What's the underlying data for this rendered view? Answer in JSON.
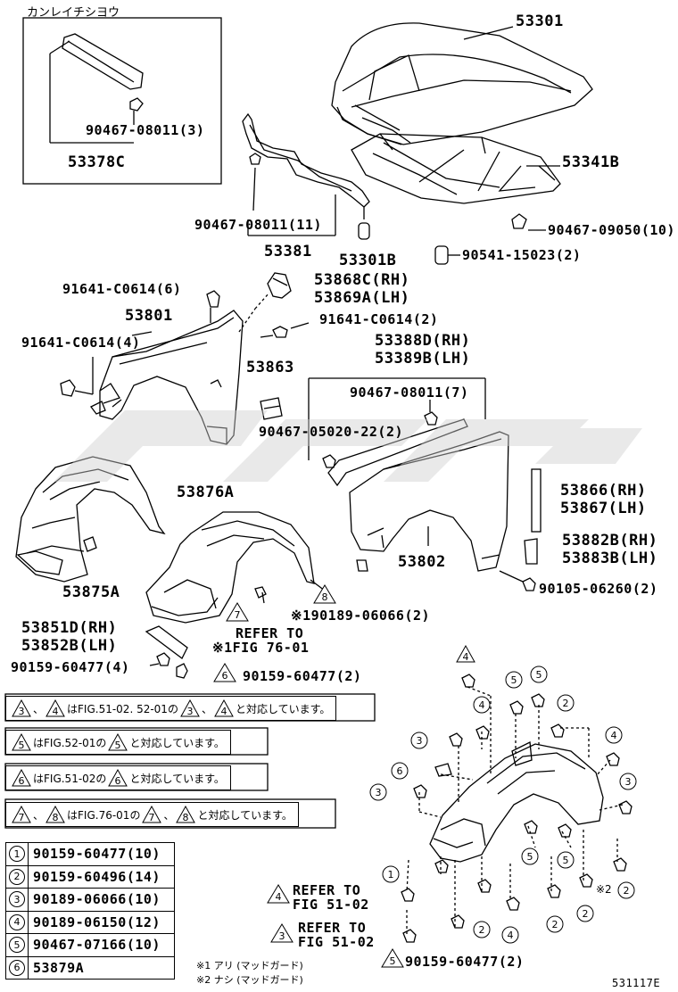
{
  "inset": {
    "title": "カンレイチシヨウ",
    "part_clip": "90467-08011(3)",
    "part_main": "53378C"
  },
  "labels": {
    "p53301": "53301",
    "p53341b": "53341B",
    "p90467_08011_11": "90467-08011(11)",
    "p53381": "53381",
    "p53301b": "53301B",
    "p90467_09050": "90467-09050(10)",
    "p90541": "90541-15023(2)",
    "p91641_6": "91641-C0614(6)",
    "p53868c": "53868C(RH)",
    "p53869a": "53869A(LH)",
    "p53801": "53801",
    "p91641_2": "91641-C0614(2)",
    "p91641_4": "91641-C0614(4)",
    "p53388d": "53388D(RH)",
    "p53389b": "53389B(LH)",
    "p53863": "53863",
    "p90467_08011_7": "90467-08011(7)",
    "p90467_05020": "90467-05020-22(2)",
    "p53876a": "53876A",
    "p53866": "53866(RH)",
    "p53867": "53867(LH)",
    "p53875a": "53875A",
    "p53802": "53802",
    "p53882b": "53882B(RH)",
    "p53883b": "53883B(LH)",
    "p90105": "90105-06260(2)",
    "p90189": "※190189-06066(2)",
    "ref7_line1": "REFER TO",
    "ref7_line2": "※1FIG 76-01",
    "p53851d": "53851D(RH)",
    "p53852b": "53852B(LH)",
    "p90159_4": "90159-60477(4)",
    "p90159_2": "90159-60477(2)",
    "ref4_line1": "REFER TO",
    "ref4_line2": "FIG 51-02",
    "ref3_line1": "REFER TO",
    "ref3_line2": "FIG 51-02",
    "p90159_bottom": "90159-60477(2)",
    "fig_code": "531117E"
  },
  "notes": [
    {
      "marks": [
        "3",
        "4"
      ],
      "text_a": "、",
      "text_b": "はFIG.51-02. 52-01の",
      "text_c": "、",
      "text_d": "と対応しています。"
    },
    {
      "marks": [
        "5"
      ],
      "text_a": "はFIG.52-01の",
      "text_d": "と対応しています。"
    },
    {
      "marks": [
        "6"
      ],
      "text_a": "はFIG.51-02の",
      "text_d": "と対応しています。"
    },
    {
      "marks": [
        "7",
        "8"
      ],
      "text_a": "、",
      "text_b": "はFIG.76-01の",
      "text_c": "、",
      "text_d": "と対応しています。"
    }
  ],
  "parts_table": [
    {
      "num": "1",
      "part": "90159-60477(10)"
    },
    {
      "num": "2",
      "part": "90159-60496(14)"
    },
    {
      "num": "3",
      "part": "90189-06066(10)"
    },
    {
      "num": "4",
      "part": "90189-06150(12)"
    },
    {
      "num": "5",
      "part": "90467-07166(10)"
    },
    {
      "num": "6",
      "part": "53879A"
    }
  ],
  "footnotes": {
    "n1": "※1 アリ (マッドガード)",
    "n2": "※2 ナシ (マッドガード)"
  },
  "markers": {
    "t7": "7",
    "t8": "8",
    "t6": "6",
    "t4": "4",
    "t3": "3",
    "t5": "5",
    "c2_right": "2"
  }
}
